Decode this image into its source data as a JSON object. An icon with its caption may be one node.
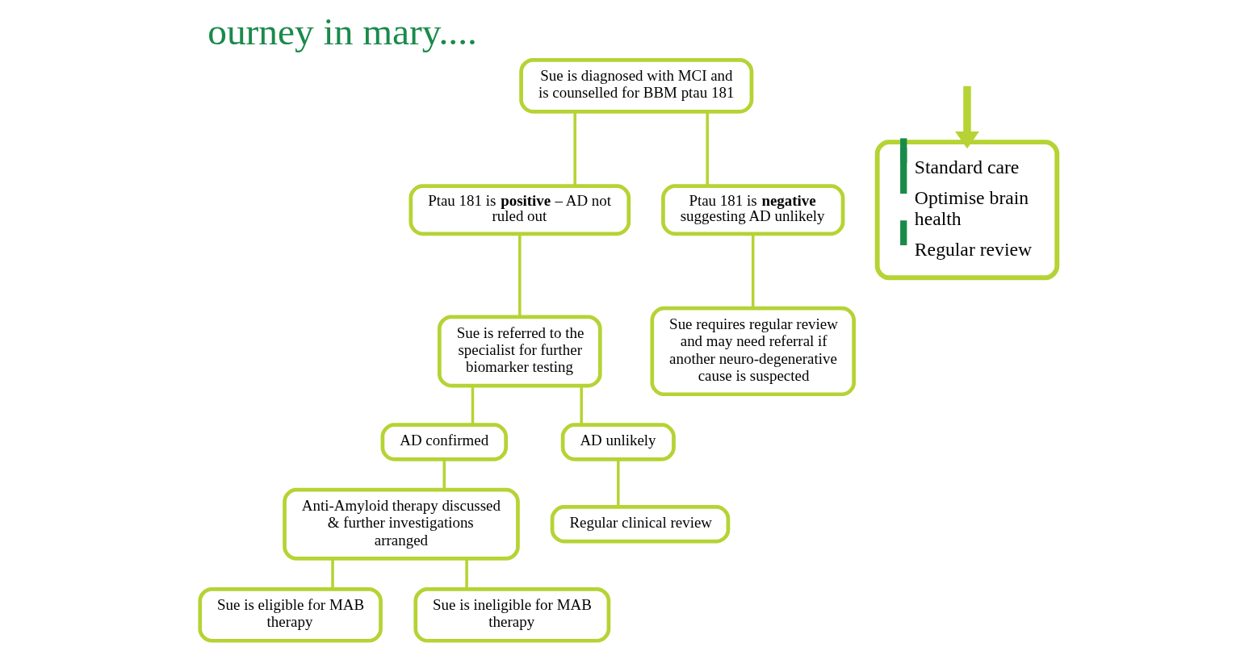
{
  "diagram": {
    "title": "ourney in mary....",
    "nodes": [
      {
        "text": [
          "Sue is diagnosed with MCI and is counselled for BBM ptau 181"
        ]
      },
      {
        "text": [
          "Ptau 181 is **positive** – AD not ruled out"
        ]
      },
      {
        "text": [
          "Ptau 181 is **negative** suggesting AD unlikely"
        ]
      },
      {
        "text": [
          "Sue is referred to the specialist for further biomarker testing"
        ]
      },
      {
        "text": [
          "Sue requires regular review and may need referral if another neuro-degenerative cause is suspected"
        ]
      },
      {
        "text": [
          "AD confirmed"
        ]
      },
      {
        "text": [
          "AD unlikely"
        ]
      },
      {
        "text": [
          "Anti-Amyloid therapy discussed & further investigations arranged"
        ]
      },
      {
        "text": [
          "Regular clinical review"
        ]
      },
      {
        "text": [
          "Sue is eligible for MAB therapy"
        ]
      },
      {
        "text": [
          "Sue is ineligible for MAB therapy"
        ]
      },
      {
        "text": [
          "Standard care",
          "Optimise brain health",
          "Regular review"
        ]
      }
    ],
    "edges": [
      {
        "from": 0,
        "to": 1,
        "arrow": "none"
      },
      {
        "from": 0,
        "to": 2,
        "arrow": "none"
      },
      {
        "from": 1,
        "to": 3,
        "arrow": "none"
      },
      {
        "from": 2,
        "to": 4,
        "arrow": "none"
      },
      {
        "from": 3,
        "to": 5,
        "arrow": "none"
      },
      {
        "from": 3,
        "to": 6,
        "arrow": "none"
      },
      {
        "from": 5,
        "to": 7,
        "arrow": "none"
      },
      {
        "from": 6,
        "to": 8,
        "arrow": "none"
      },
      {
        "from": 7,
        "to": 9,
        "arrow": "none"
      },
      {
        "from": 7,
        "to": 10,
        "arrow": "none"
      },
      {
        "from": null,
        "to": 11,
        "arrow": "to",
        "style": "thick"
      }
    ]
  }
}
